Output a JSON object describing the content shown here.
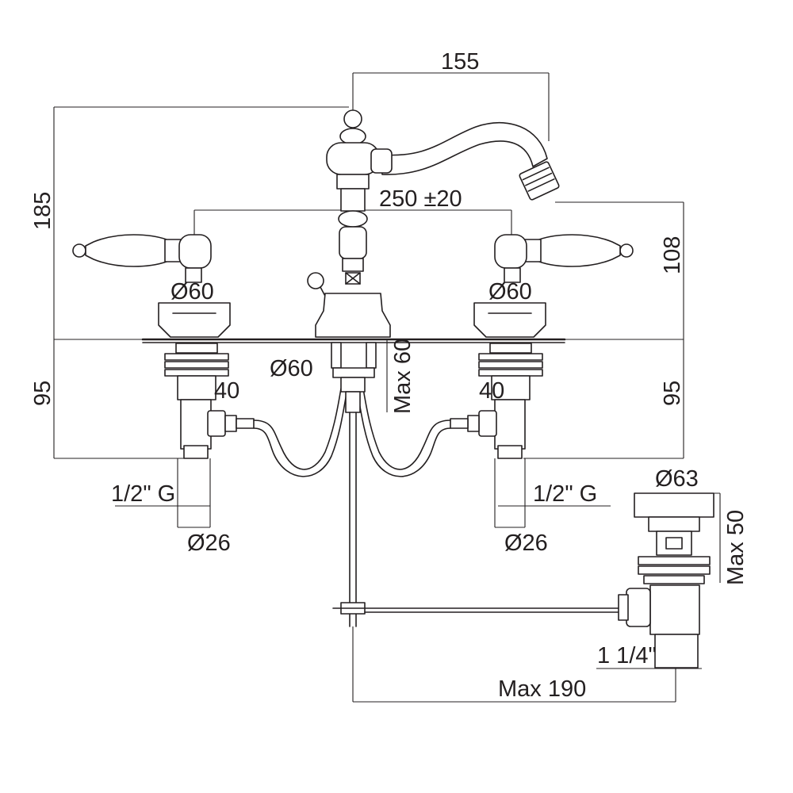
{
  "dimensions": {
    "spout_reach": "155",
    "total_height": "185",
    "handle_spacing": "250 ±20",
    "spout_height": "108",
    "valve_diameter_left": "Ø60",
    "valve_diameter_right": "Ø60",
    "body_base_diameter": "Ø60",
    "shank_length_left": "95",
    "shank_length_right": "95",
    "body_shank_max": "Max 60",
    "connection_length_left": "40",
    "connection_length_right": "40",
    "thread_left": "1/2\" G",
    "thread_right": "1/2\" G",
    "tail_diameter_left": "Ø26",
    "tail_diameter_right": "Ø26",
    "waste_cap_diameter": "Ø63",
    "waste_max_height": "Max 50",
    "waste_thread": "1 1/4\"",
    "waste_rod_max": "Max 190"
  },
  "colors": {
    "line": "#231f20",
    "background": "#ffffff"
  }
}
